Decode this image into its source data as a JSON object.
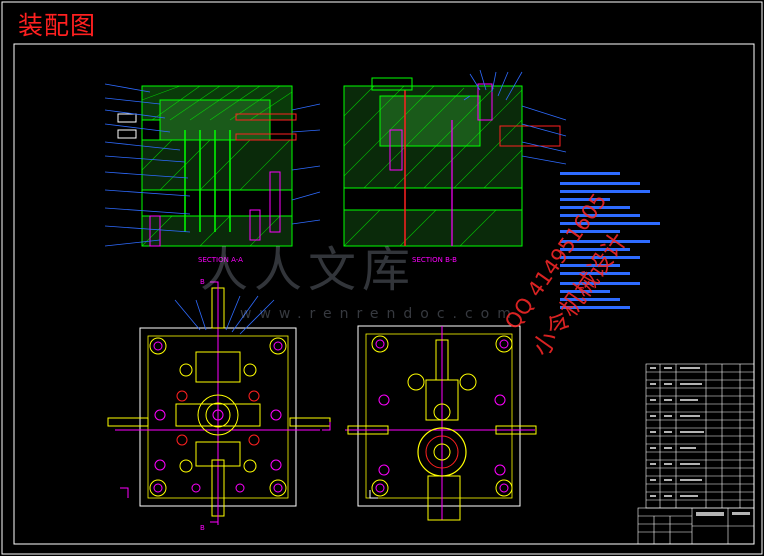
{
  "title": "装配图",
  "section_a_label": "SECTION A-A",
  "section_b_label": "SECTION B-B",
  "cut_label_b_top": "B",
  "cut_label_b_bottom": "B",
  "watermark_qq": "QQ 414951605",
  "watermark_name": "小令机械设计",
  "watermark_logo": "人人文库",
  "watermark_url": "www.renrendoc.com",
  "colors": {
    "frame": "#ffffff",
    "title": "#ff2020",
    "mold_green": "#00ff00",
    "leader_blue": "#2e6bff",
    "yellow": "#ffff00",
    "magenta": "#ff00ff",
    "red": "#ff2020",
    "cyan": "#00ffff"
  }
}
